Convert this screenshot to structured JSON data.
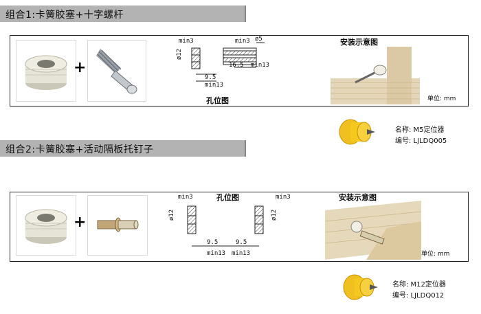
{
  "combo1": {
    "title": "组合1:卡簧胶塞+十字螺杆",
    "hole_diagram_label": "孔位图",
    "install_label": "安装示意图",
    "unit": "单位: mm",
    "dims": {
      "min3_left": "min3",
      "dia12": "ø12",
      "min3_right": "min3",
      "dia5": "ø5",
      "d95": "9.5",
      "d165": "16.5",
      "min13_bottom": "min13",
      "min13_right": "min13"
    },
    "locator": {
      "name": "名称: M5定位器",
      "code": "编号: LJLDQ005"
    }
  },
  "combo2": {
    "title": "组合2:卡簧胶塞+活动隔板托钉子",
    "hole_diagram_label": "孔位图",
    "install_label": "安装示意图",
    "unit": "单位: mm",
    "dims": {
      "min3_a": "min3",
      "dia12_a": "ø12",
      "min3_b": "min3",
      "dia12_b": "ø12",
      "d95_a": "9.5",
      "d95_b": "9.5",
      "min13_a": "min13",
      "min13_b": "min13"
    },
    "locator": {
      "name": "名称: M12定位器",
      "code": "编号: LJLDQ012"
    }
  },
  "plus": "+"
}
